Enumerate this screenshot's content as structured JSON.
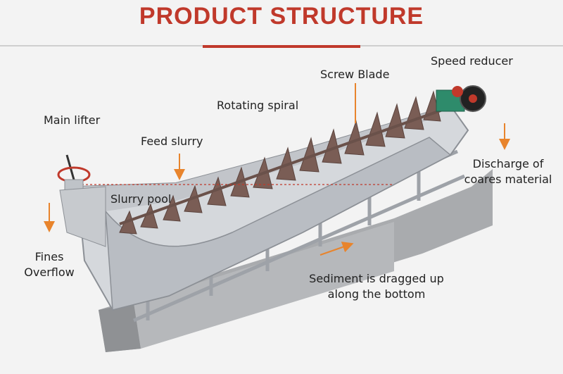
{
  "title": "PRODUCT STRUCTURE",
  "labels": {
    "speed_reducer": "Speed reducer",
    "screw_blade": "Screw Blade",
    "rotating_spiral": "Rotating spiral",
    "main_lifter": "Main lifter",
    "feed_slurry": "Feed slurry",
    "discharge_line1": "Discharge of",
    "discharge_line2": "coares material",
    "slurry_pool": "Slurry pool",
    "fines_line1": "Fines",
    "fines_line2": "Overflow",
    "sediment_line1": "Sediment is dragged up",
    "sediment_line2": "along the bottom"
  },
  "colors": {
    "title": "#c0392b",
    "arrow": "#e8842c",
    "steel": "#c9ccd1",
    "blade": "#7a5d55",
    "motor": "#2e8b6b",
    "handwheel": "#c0392b"
  }
}
